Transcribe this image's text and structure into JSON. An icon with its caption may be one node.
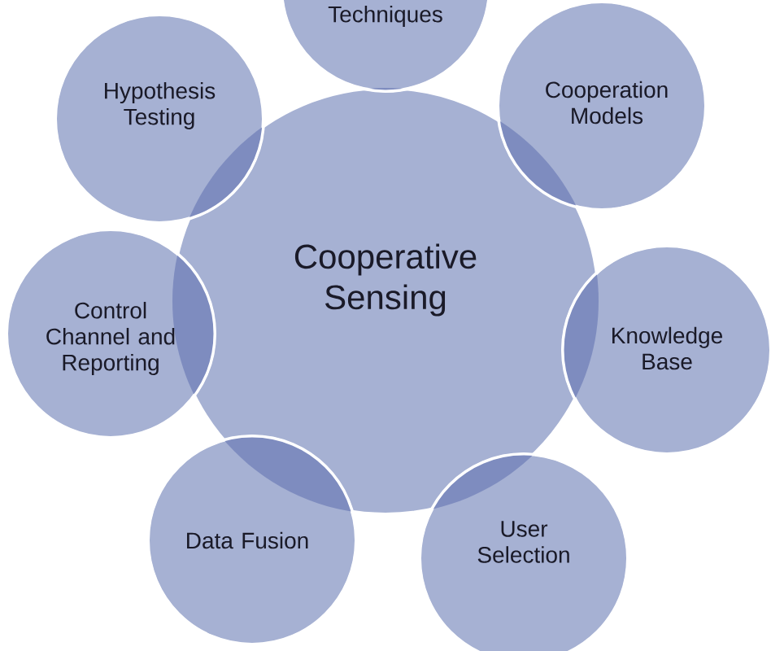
{
  "diagram": {
    "nodes": [
      {
        "text": [
          "Cooperative Sensing"
        ]
      },
      {
        "text": [
          "Techniques"
        ]
      },
      {
        "text": [
          "Cooperation Models"
        ]
      },
      {
        "text": [
          "Knowledge Base"
        ]
      },
      {
        "text": [
          "User Selection"
        ]
      },
      {
        "text": [
          "Data Fusion"
        ]
      },
      {
        "text": [
          "Control Channel and Reporting"
        ]
      },
      {
        "text": [
          "Hypothesis Testing"
        ]
      }
    ]
  }
}
